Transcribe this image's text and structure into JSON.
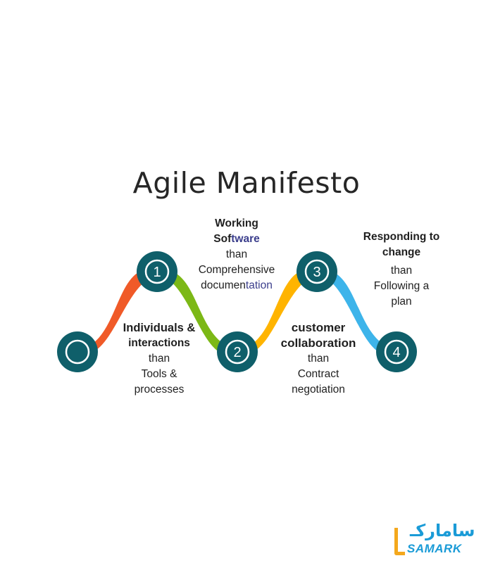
{
  "title": "Agile Manifesto",
  "nodes": [
    {
      "label": "",
      "color": "#0f5f6a"
    },
    {
      "label": "1",
      "color": "#0f5f6a"
    },
    {
      "label": "2",
      "color": "#0f5f6a"
    },
    {
      "label": "3",
      "color": "#0f5f6a"
    },
    {
      "label": "4",
      "color": "#0f5f6a"
    }
  ],
  "segments": [
    {
      "color": "#f05a28"
    },
    {
      "color": "#7cb816"
    },
    {
      "color": "#ffb400"
    },
    {
      "color": "#3db4ea"
    }
  ],
  "values": [
    {
      "heading": [
        "Individuals &",
        "interactions"
      ],
      "lines": [
        "than",
        "Tools &",
        "processes"
      ]
    },
    {
      "heading_lead": "Working",
      "heading_word_dark": "Sof",
      "heading_word_blue": "tware",
      "lines": [
        "than",
        "Comprehensive"
      ],
      "last_dark": "documen",
      "last_blue": "tation"
    },
    {
      "heading": [
        "customer",
        "collaboration"
      ],
      "lines": [
        "than",
        "Contract",
        "negotiation"
      ]
    },
    {
      "heading": [
        "Responding to",
        "change"
      ],
      "lines": [
        "than",
        "Following a",
        "plan"
      ]
    }
  ],
  "logo": {
    "arabic": "ساماركـ",
    "latin": "SAMARK"
  }
}
